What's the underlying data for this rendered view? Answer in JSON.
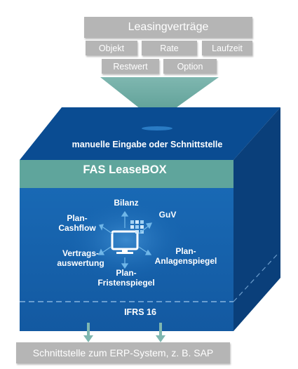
{
  "header": {
    "title": "Leasingverträge",
    "attributes_row1": [
      "Objekt",
      "Rate",
      "Laufzeit"
    ],
    "attributes_row2": [
      "Restwert",
      "Option"
    ]
  },
  "cube": {
    "input_label": "manuelle Eingabe oder Schnittstelle",
    "brand": "FAS LeaseBOX",
    "outputs": {
      "bilanz": "Bilanz",
      "guv": "GuV",
      "plan_cashflow": "Plan-\nCashflow",
      "vertragsauswertung": "Vertrags-\nauswertung",
      "plan_fristenspiegel": "Plan-\nFristenspiegel",
      "plan_anlagenspiegel": "Plan-\nAnlagenspiegel"
    },
    "standard": "IFRS 16"
  },
  "footer": {
    "label": "Schnittstelle zum ERP-System, z. B. SAP"
  },
  "colors": {
    "gray_box": "#b5b5b5",
    "teal": "#5fa59c",
    "cube_front": "#1463ae",
    "cube_top": "#0a4c92",
    "cube_side": "#0a3f7a",
    "arrow": "#7fb7b0"
  }
}
